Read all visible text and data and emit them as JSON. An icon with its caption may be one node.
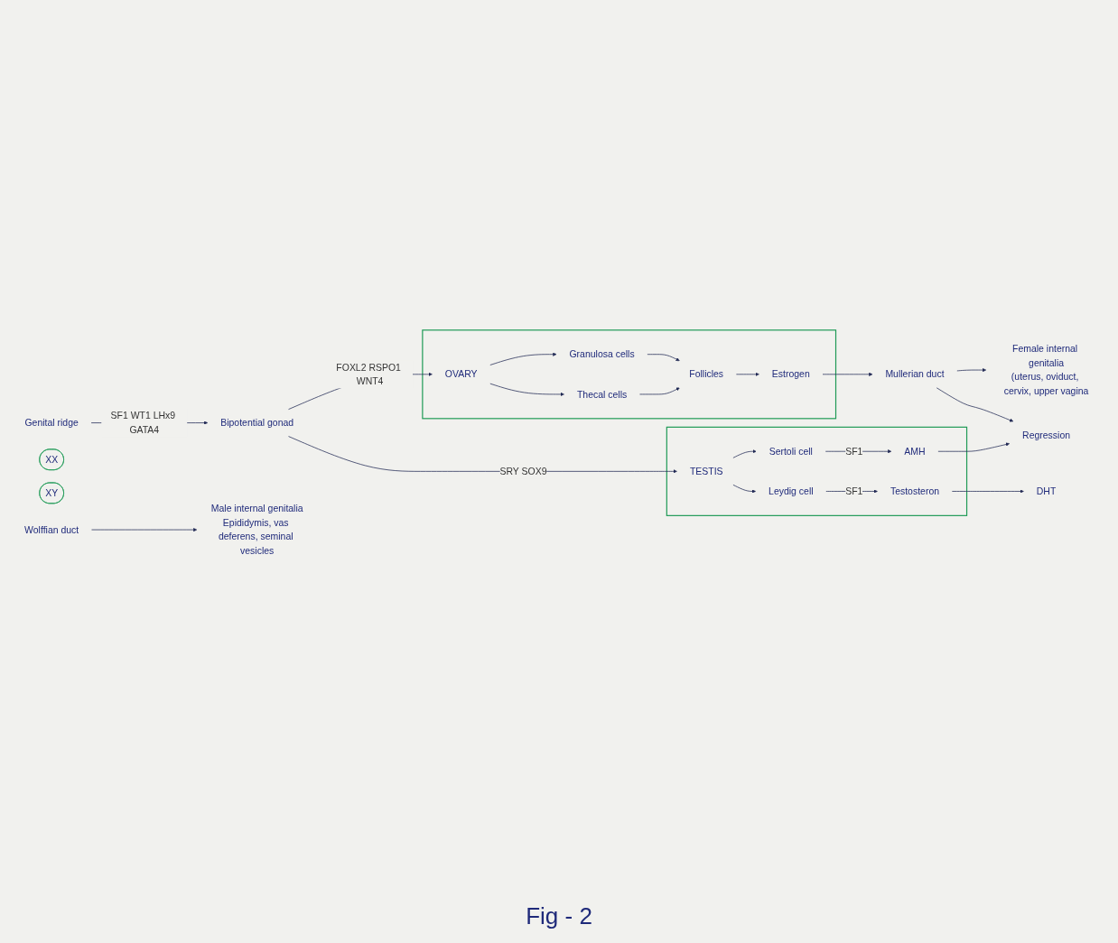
{
  "diagram": {
    "caption": "Fig - 2",
    "nodes": [
      {
        "text": [
          "Genital ridge"
        ]
      },
      {
        "text": [
          "Bipotential gonad"
        ]
      },
      {
        "text": [
          "XX"
        ]
      },
      {
        "text": [
          "XY"
        ]
      },
      {
        "text": [],
        "shape": "box"
      },
      {
        "text": [
          "OVARY"
        ],
        "in": 4
      },
      {
        "text": [
          "Granulosa cells"
        ],
        "in": 4
      },
      {
        "text": [
          "Thecal cells"
        ],
        "in": 4
      },
      {
        "text": [
          "Follicles"
        ],
        "in": 4
      },
      {
        "text": [
          "Estrogen"
        ],
        "in": 4
      },
      {
        "text": [
          "Mullerian duct"
        ]
      },
      {
        "text": [
          "Female internal genitalia",
          "(uterus, oviduct, cervix, upper vagina"
        ]
      },
      {
        "text": [],
        "shape": "box"
      },
      {
        "text": [
          "TESTIS"
        ],
        "in": 12
      },
      {
        "text": [
          "Sertoli cell"
        ],
        "in": 12
      },
      {
        "text": [
          "AMH"
        ],
        "in": 12
      },
      {
        "text": [
          "Leydig cell"
        ],
        "in": 12
      },
      {
        "text": [
          "Testosteron"
        ],
        "in": 12
      },
      {
        "text": [
          "Regression"
        ]
      },
      {
        "text": [
          "DHT"
        ]
      },
      {
        "text": [
          "Wolffian duct"
        ]
      },
      {
        "text": [
          "Male internal genitalia",
          "Epididymis, vas deferens, seminal vesicles"
        ]
      }
    ],
    "edges": [
      {
        "from": 0,
        "to": 1,
        "arrow": "to",
        "label": "SF1 WT1 LHx9 GATA4"
      },
      {
        "from": 1,
        "to": 5,
        "arrow": "to",
        "label": "FOXL2 RSPO1 WNT4"
      },
      {
        "from": 1,
        "to": 13,
        "arrow": "to",
        "label": "SRY SOX9"
      },
      {
        "from": 5,
        "to": 6,
        "arrow": "to"
      },
      {
        "from": 5,
        "to": 7,
        "arrow": "to"
      },
      {
        "from": 6,
        "to": 8,
        "arrow": "to"
      },
      {
        "from": 7,
        "to": 8,
        "arrow": "to"
      },
      {
        "from": 8,
        "to": 9,
        "arrow": "to"
      },
      {
        "from": 9,
        "to": 10,
        "arrow": "to"
      },
      {
        "from": 10,
        "to": 11,
        "arrow": "to"
      },
      {
        "from": 13,
        "to": 14,
        "arrow": "to"
      },
      {
        "from": 13,
        "to": 16,
        "arrow": "to"
      },
      {
        "from": 14,
        "to": 15,
        "arrow": "to",
        "label": "SF1"
      },
      {
        "from": 15,
        "to": 18,
        "arrow": "to"
      },
      {
        "from": 10,
        "to": 18,
        "arrow": "to"
      },
      {
        "from": 16,
        "to": 17,
        "arrow": "to",
        "label": "SF1"
      },
      {
        "from": 17,
        "to": 19,
        "arrow": "to"
      },
      {
        "from": 20,
        "to": 21,
        "arrow": "to"
      }
    ]
  }
}
